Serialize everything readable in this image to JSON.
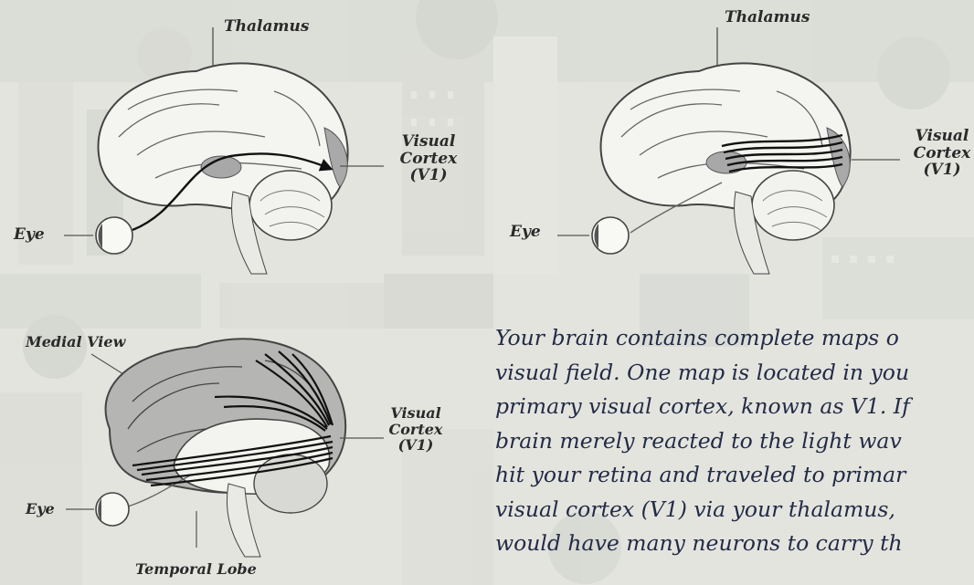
{
  "panel1": {
    "thalamus": "Thalamus",
    "visual_cortex": [
      "Visual",
      "Cortex",
      "(V1)"
    ],
    "eye": "Eye"
  },
  "panel2": {
    "thalamus": "Thalamus",
    "visual_cortex": [
      "Visual",
      "Cortex",
      "(V1)"
    ],
    "eye": "Eye"
  },
  "panel3": {
    "medial_view": "Medial View",
    "visual_cortex": [
      "Visual",
      "Cortex",
      "(V1)"
    ],
    "eye": "Eye",
    "temporal_lobe": "Temporal Lobe"
  },
  "paragraph": {
    "lines": [
      "Your brain contains complete maps o",
      "visual field. One map is located in you",
      "primary visual cortex, known as V1. If",
      "brain merely reacted to the light wav",
      "hit your retina and traveled to primar",
      "visual cortex (V1) via your thalamus,",
      "would have many neurons to carry th"
    ]
  }
}
